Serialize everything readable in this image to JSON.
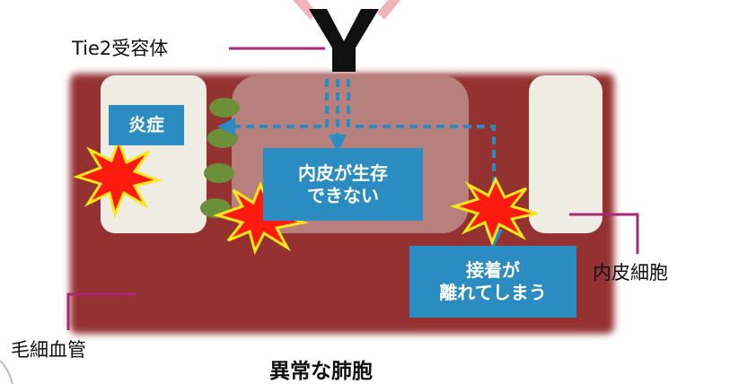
{
  "labels": {
    "receptor": "Tie2受容体",
    "endothelial_cell": "内皮細胞",
    "capillary": "毛細血管",
    "title": "異常な肺胞"
  },
  "boxes": {
    "inflammation": "炎症",
    "survival_line1": "内皮が生存",
    "survival_line2": "できない",
    "detach_line1": "接着が",
    "detach_line2": "離れてしまう"
  },
  "colors": {
    "vessel": "#943030",
    "cell": "#efece4",
    "box": "#2a8cc0",
    "leader": "#a8287a",
    "dashed_arrow": "#2a8cc0",
    "molecule": "#6e8f3a",
    "burst_fill": "#ff1a10",
    "burst_edge": "#ffe81a"
  },
  "icons": {
    "receptor": "receptor-y-icon",
    "burst": "burst-icon",
    "molecule": "ligand-oval-icon"
  }
}
